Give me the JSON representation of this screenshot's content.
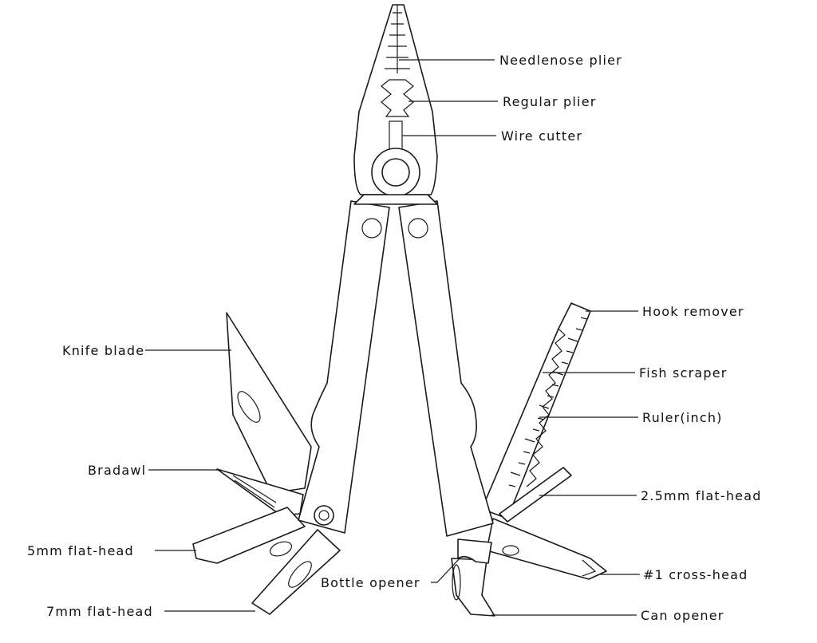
{
  "labels": {
    "needlenose_plier": "Needlenose plier",
    "regular_plier": "Regular plier",
    "wire_cutter": "Wire cutter",
    "hook_remover": "Hook remover",
    "fish_scraper": "Fish scraper",
    "ruler": "Ruler(inch)",
    "flat_head_2_5": "2.5mm flat-head",
    "cross_head_1": "#1 cross-head",
    "can_opener": "Can opener",
    "bottle_opener": "Bottle opener",
    "knife_blade": "Knife blade",
    "bradawl": "Bradawl",
    "flat_head_5": "5mm flat-head",
    "flat_head_7": "7mm flat-head"
  },
  "colors": {
    "line": "#1a1a1a",
    "background": "#ffffff"
  }
}
